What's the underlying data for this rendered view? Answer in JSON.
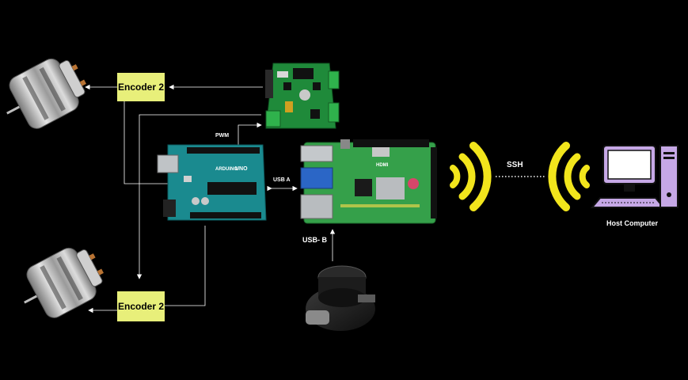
{
  "labels": {
    "encoder_top": "Encoder 2",
    "encoder_bottom": "Encoder 2",
    "pwm": "PWM",
    "usb_a": "USB A",
    "usb_b": "USB- B",
    "ssh": "SSH",
    "host_computer": "Host Computer"
  },
  "board_text": {
    "arduino_brand": "ARDUINO",
    "arduino_model": "UNO",
    "pi_hdmi": "HDMI"
  },
  "colors": {
    "background": "#000000",
    "encoder_fill": "#e8ef7a",
    "wifi_yellow": "#f2e51c",
    "line": "#ffffff",
    "arduino": "#1a8a8f",
    "motor_driver": "#1f8a3a",
    "raspberry_pi": "#35a04a",
    "computer_purple": "#c6a8e6"
  },
  "icons": {
    "motor_top": "dc-motor-icon",
    "motor_bottom": "dc-motor-icon",
    "motor_driver": "motor-driver-board-icon",
    "arduino": "arduino-uno-icon",
    "raspberry_pi": "raspberry-pi-icon",
    "lidar": "lidar-sensor-icon",
    "wifi_left": "wireless-signal-icon",
    "wifi_right": "wireless-signal-icon",
    "computer": "desktop-computer-icon"
  }
}
